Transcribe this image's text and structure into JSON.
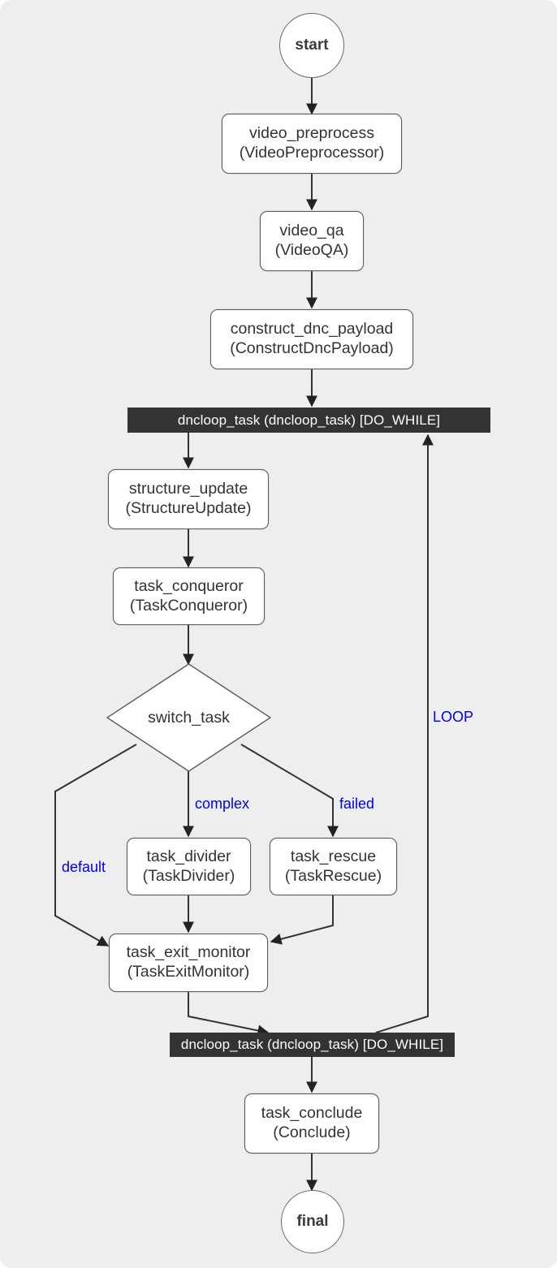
{
  "diagram": {
    "type": "flowchart",
    "background_color": "#eeeeee",
    "node_fill": "#ffffff",
    "node_stroke": "#5b5b5b",
    "bar_color": "#333333",
    "bar_text_color": "#ffffff",
    "edge_label_color": "#0000ee",
    "edge_color": "#333333"
  },
  "nodes": {
    "start": {
      "label": "start",
      "shape": "circle"
    },
    "video_preprocess": {
      "line1": "video_preprocess",
      "line2": "(VideoPreprocessor)",
      "shape": "rounded-rect"
    },
    "video_qa": {
      "line1": "video_qa",
      "line2": "(VideoQA)",
      "shape": "rounded-rect"
    },
    "construct_dnc_payload": {
      "line1": "construct_dnc_payload",
      "line2": "(ConstructDncPayload)",
      "shape": "rounded-rect"
    },
    "loop_bar_top": {
      "label": "dncloop_task (dncloop_task) [DO_WHILE]",
      "shape": "bar"
    },
    "structure_update": {
      "line1": "structure_update",
      "line2": "(StructureUpdate)",
      "shape": "rounded-rect"
    },
    "task_conqueror": {
      "line1": "task_conqueror",
      "line2": "(TaskConqueror)",
      "shape": "rounded-rect"
    },
    "switch_task": {
      "label": "switch_task",
      "shape": "diamond"
    },
    "task_divider": {
      "line1": "task_divider",
      "line2": "(TaskDivider)",
      "shape": "rounded-rect"
    },
    "task_rescue": {
      "line1": "task_rescue",
      "line2": "(TaskRescue)",
      "shape": "rounded-rect"
    },
    "task_exit_monitor": {
      "line1": "task_exit_monitor",
      "line2": "(TaskExitMonitor)",
      "shape": "rounded-rect"
    },
    "loop_bar_bottom": {
      "label": "dncloop_task (dncloop_task) [DO_WHILE]",
      "shape": "bar"
    },
    "task_conclude": {
      "line1": "task_conclude",
      "line2": "(Conclude)",
      "shape": "rounded-rect"
    },
    "final": {
      "label": "final",
      "shape": "circle"
    }
  },
  "edge_labels": {
    "complex": "complex",
    "failed": "failed",
    "default": "default",
    "loop": "LOOP"
  }
}
